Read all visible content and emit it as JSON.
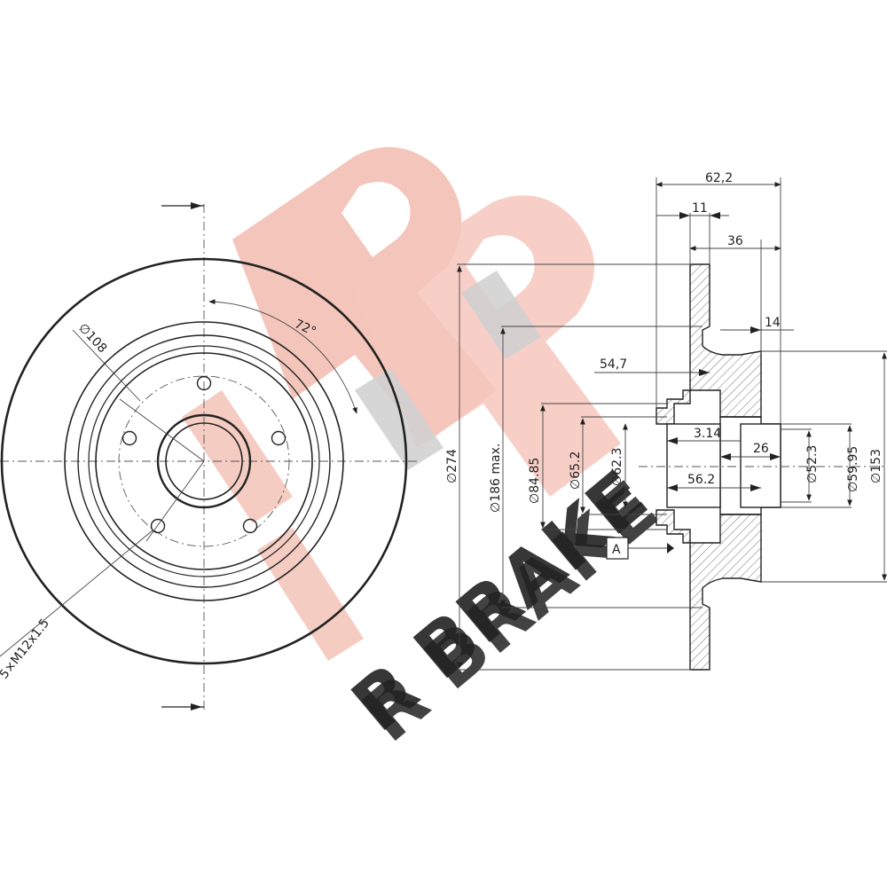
{
  "watermark": {
    "brand_text": "R BRAKE",
    "colors": {
      "red": "#f4c3b8",
      "grey": "#cfcfcf"
    }
  },
  "front_view": {
    "dim_bolt_circle": "∅108",
    "dim_angle": "72°",
    "dim_thread": "5×M12x1.5"
  },
  "section_view": {
    "dim_total_width": "62,2",
    "dim_11": "11",
    "dim_36": "36",
    "dim_14": "14",
    "dim_54_7": "54,7",
    "dim_3_14": "3.14",
    "dim_26": "26",
    "dim_56_2": "56.2",
    "dim_274": "∅274",
    "dim_186": "∅186 max.",
    "dim_84_85": "∅84.85",
    "dim_65_2": "∅65.2",
    "dim_62_3": "∅62.3",
    "dim_52_3": "∅52.3",
    "dim_59_95": "∅59.95",
    "dim_153": "∅153",
    "datum_label": "A"
  },
  "colors": {
    "line": "#222222",
    "hatch": "#888888"
  }
}
